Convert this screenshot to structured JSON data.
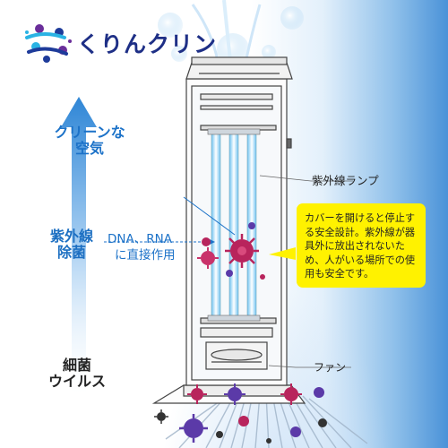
{
  "brand": {
    "name": "くりんクリン"
  },
  "labels": {
    "clean_air": "クリーンな空気",
    "uv_sterilize": "紫外線除菌",
    "dna_rna_line1": "DNA、RNA",
    "dna_rna_line2": "に直接作用",
    "bacteria_virus": "細菌ウイルス",
    "uv_lamp": "紫外線ランプ",
    "fan": "ファン"
  },
  "callout": {
    "text": "カバーを開けると停止する安全設計。紫外線が器具外に放出されないため、人がいる場所での使用も安全です。"
  },
  "colors": {
    "accent_blue": "#1c72c8",
    "brand_navy": "#1e2f86",
    "callout_yellow": "#fff200",
    "virus_magenta": "#b8245c",
    "virus_purple": "#5b3aa8"
  }
}
